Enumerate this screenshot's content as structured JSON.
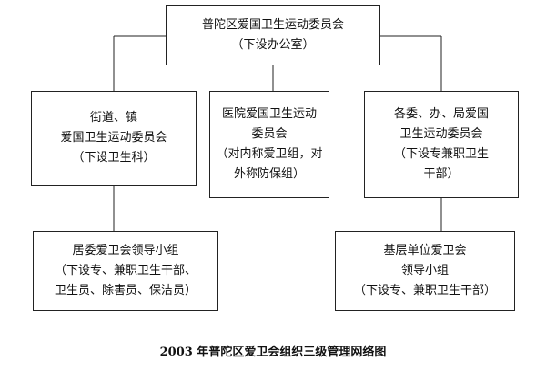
{
  "diagram": {
    "top": {
      "lines": [
        "普陀区爱国卫生运动委员会",
        "（下设办公室）"
      ]
    },
    "mid_left": {
      "lines": [
        "街道、镇",
        "爱国卫生运动委员会",
        "（下设卫生科）"
      ]
    },
    "mid_center": {
      "lines": [
        "医院爱国卫生运动",
        "委员会",
        "（对内称爱卫组，对",
        "外称防保组）"
      ]
    },
    "mid_right": {
      "lines": [
        "各委、办、局爱国",
        "卫生运动委员会",
        "（下设专兼职卫生",
        "干部）"
      ]
    },
    "bottom_left": {
      "lines": [
        "居委爱卫会领导小组",
        "（下设专、兼职卫生干部、",
        "卫生员、除害员、保洁员）"
      ]
    },
    "bottom_right": {
      "lines": [
        "基层单位爱卫会",
        "领导小组",
        "（下设专、兼职卫生干部）"
      ]
    },
    "caption": "2003 年普陀区爱卫会组织三级管理网络图"
  }
}
